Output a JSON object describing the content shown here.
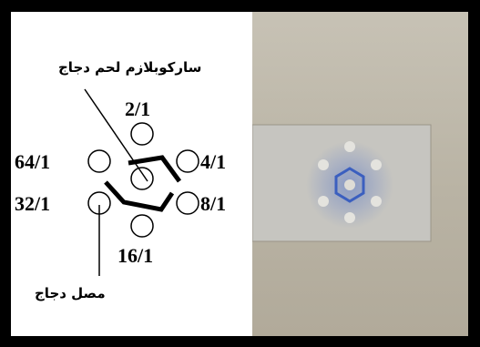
{
  "labels": {
    "antigen": "ساركوبلازم لحم دجاج",
    "serum": "مصل دجاج",
    "dilutions": {
      "top": "2/1",
      "upper_right": "4/1",
      "lower_right": "8/1",
      "bottom": "16/1",
      "lower_left": "32/1",
      "upper_left": "64/1"
    }
  },
  "colors": {
    "frame": "#000000",
    "panel": "#ffffff",
    "precipitin_line": "#3b5fbf"
  }
}
